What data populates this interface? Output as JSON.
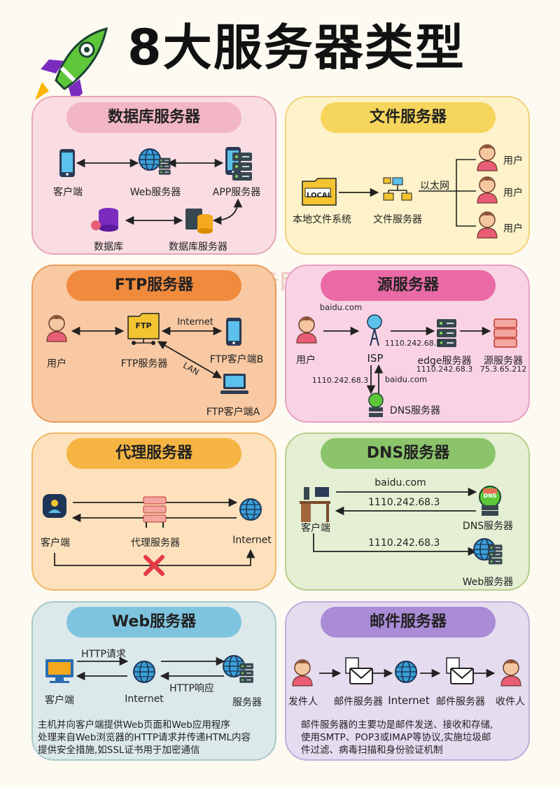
{
  "title": "8大服务器类型",
  "watermark": "吉云网",
  "colors": {
    "db": "#f9dde3",
    "file": "#fdf2c9",
    "ftp": "#f8c9a3",
    "src": "#f9d3e4",
    "proxy": "#fce1bc",
    "dns": "#e5efd3",
    "web": "#dce9ea",
    "mail": "#e5dcf0"
  },
  "database": {
    "title": "数据库服务器",
    "client": "客户端",
    "web": "Web服务器",
    "app": "APP服务器",
    "db": "数据库",
    "dbserver": "数据库服务器"
  },
  "file": {
    "title": "文件服务器",
    "local": "本地文件系统",
    "local_tag": "LOCAL",
    "server": "文件服务器",
    "ethernet": "以太网",
    "user1": "用户",
    "user2": "用户",
    "user3": "用户"
  },
  "ftp": {
    "title": "FTP服务器",
    "user": "用户",
    "server": "FTP服务器",
    "internet": "Internet",
    "lan": "LAN",
    "clientB": "FTP客户端B",
    "clientA": "FTP客户端A",
    "ftp_tag": "FTP"
  },
  "origin": {
    "title": "源服务器",
    "user": "用户",
    "domain1": "baidu.com",
    "isp": "ISP",
    "ip1": "1110.242.68.3",
    "edge": "edge服务器",
    "edge_ip": "1110.242.68.3",
    "origin": "源服务器",
    "origin_ip": "75.3.65.212",
    "ip2": "1110.242.68.3",
    "domain2": "baidu.com",
    "dns": "DNS服务器"
  },
  "proxy": {
    "title": "代理服务器",
    "client": "客户端",
    "proxy": "代理服务器",
    "internet": "Internet"
  },
  "dns": {
    "title": "DNS服务器",
    "domain": "baidu.com",
    "ip1": "1110.242.68.3",
    "ip2": "1110.242.68.3",
    "client": "客户端",
    "dns": "DNS服务器",
    "web": "Web服务器",
    "dns_tag": "DNS"
  },
  "web": {
    "title": "Web服务器",
    "request": "HTTP请求",
    "response": "HTTP响应",
    "client": "客户端",
    "internet": "Internet",
    "server": "服务器",
    "desc1": "主机并向客户端提供Web页面和Web应用程序",
    "desc2": "处理来自Web浏览器的HTTP请求并传递HTML内容",
    "desc3": "提供安全措施,如SSL证书用于加密通信"
  },
  "mail": {
    "title": "邮件服务器",
    "sender": "发件人",
    "server1": "邮件服务器",
    "internet": "Internet",
    "server2": "邮件服务器",
    "receiver": "收件人",
    "desc1": "邮件服务器的主要功是邮件发送、接收和存储,",
    "desc2": "使用SMTP、POP3或IMAP等协议,实施垃圾邮",
    "desc3": "件过滤、病毒扫描和身份验证机制"
  }
}
